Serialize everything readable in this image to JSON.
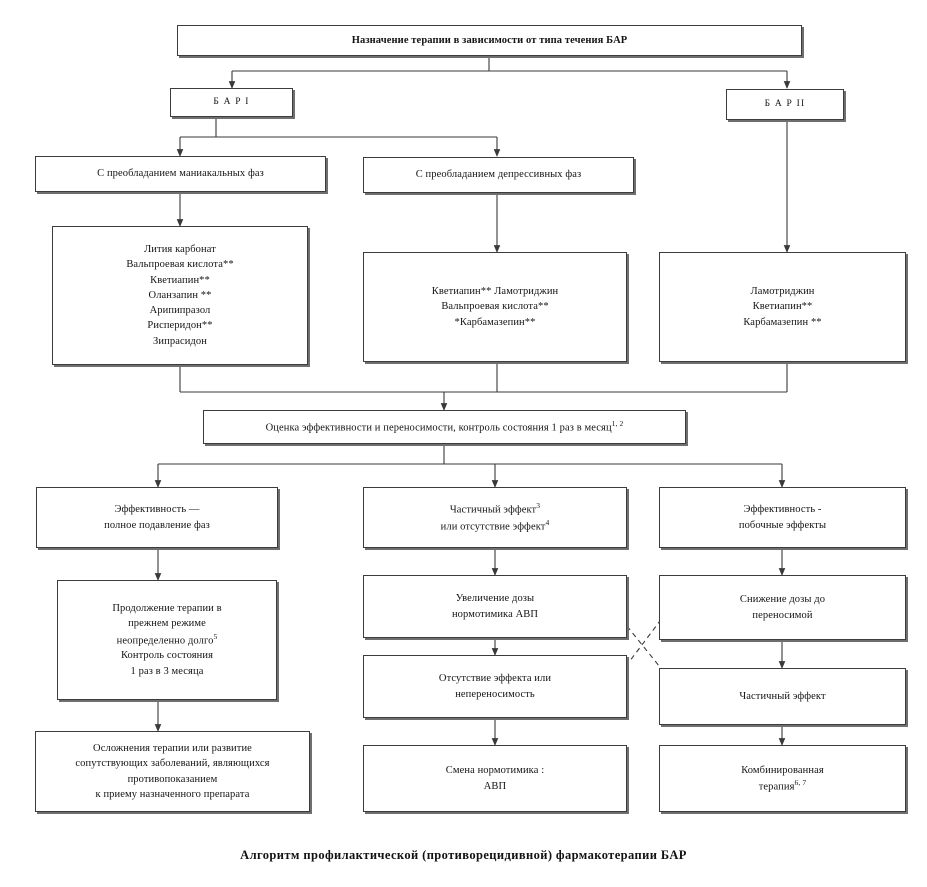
{
  "diagram": {
    "caption": "Алгоритм профилактической (противорецидивной) фармакотерапии БАР",
    "title": "Назначение терапии в зависимости от типа течения БАР",
    "nodes": {
      "root": {
        "label": "Назначение терапии в зависимости от типа течения БАР"
      },
      "bar1": {
        "label": "Б А Р  I"
      },
      "bar2": {
        "label": "Б А Р  II"
      },
      "manic_course": {
        "label": "С преобладанием маниакальных фаз"
      },
      "depressive_course": {
        "label": "С преобладанием депрессивных фаз"
      },
      "drugs_manic": {
        "lines": [
          "Лития карбонат",
          "Вальпроевая кислота**",
          "Кветиапин**",
          "Оланзапин **",
          "Арипипразол",
          "Рисперидон**",
          "Зипрасидон"
        ]
      },
      "drugs_depressive": {
        "lines": [
          "Кветиапин** Ламотриджин",
          "Вальпроевая кислота**",
          "*Карбамазепин**"
        ]
      },
      "drugs_bar2": {
        "lines": [
          "Ламотриджин",
          "Кветиапин**",
          "Карбамазепин **"
        ]
      },
      "assessment": {
        "lines": [
          "Оценка эффективности и переносимости, контроль состояния 1 раз в месяц",
          "1, 2"
        ]
      },
      "effect_full": {
        "lines": [
          "Эффективность —",
          "полное подавление фаз"
        ]
      },
      "effect_partial": {
        "lines": [
          "Частичный эффект",
          "3",
          "или отсутствие эффект",
          "4"
        ]
      },
      "effect_side": {
        "lines": [
          "Эффективность -",
          "побочные эффекты"
        ]
      },
      "continue_therapy": {
        "lines": [
          "Продолжение терапии в",
          "прежнем режиме",
          "неопределенно долго",
          "5",
          "Контроль состояния",
          "1 раз в 3 месяца"
        ]
      },
      "increase_dose": {
        "lines": [
          "Увеличение дозы",
          "нормотимика  АВП"
        ]
      },
      "reduce_dose": {
        "lines": [
          "Снижение дозы до",
          "переносимой"
        ]
      },
      "no_effect": {
        "lines": [
          "Отсутствие эффекта или",
          "непереносимость"
        ]
      },
      "partial_effect2": {
        "lines": [
          "Частичный эффект"
        ]
      },
      "complications": {
        "lines": [
          "Осложнения терапии или развитие",
          "сопутствующих заболеваний, являющихся",
          "противопоказанием",
          "к приему назначенного препарата"
        ]
      },
      "switch_mood": {
        "lines": [
          "Смена нормотимика :",
          "АВП"
        ]
      },
      "combined_therapy": {
        "lines": [
          "Комбинированная",
          "терапия",
          "6, 7"
        ]
      }
    }
  },
  "colors": {
    "border": "#3c3c3c",
    "shadow": "#6f6f6f",
    "text": "#141414",
    "background": "#ffffff"
  }
}
